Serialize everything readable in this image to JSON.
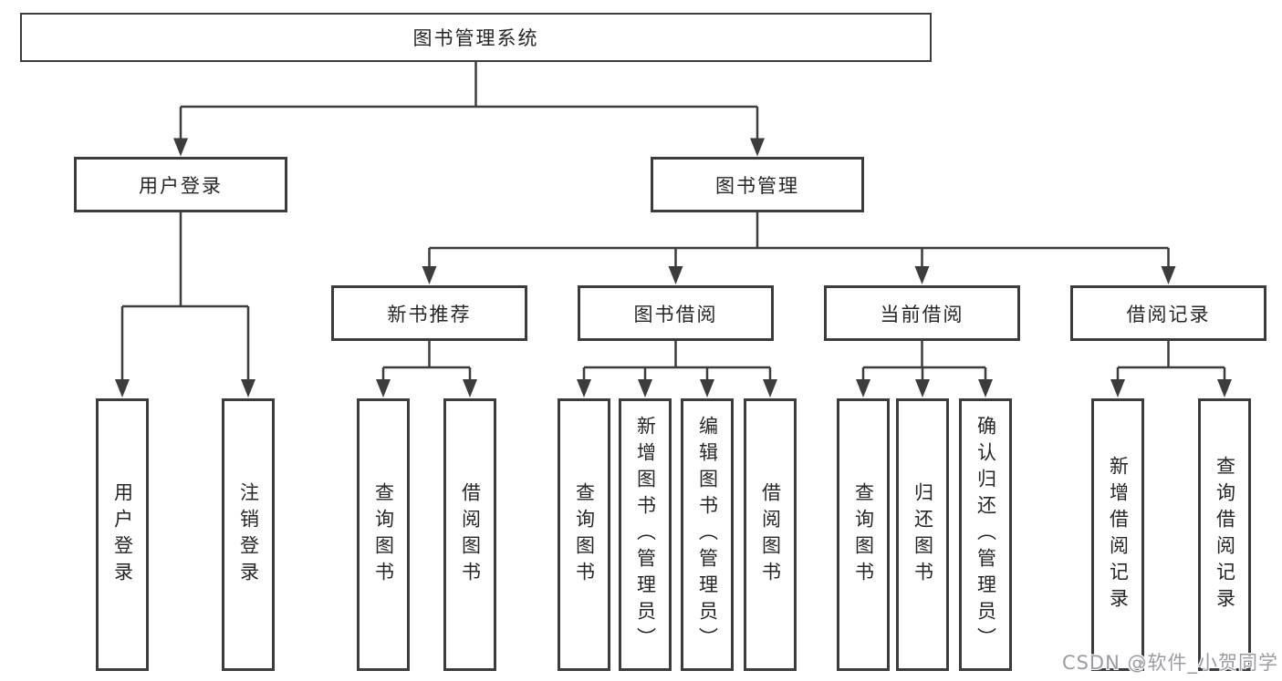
{
  "colors": {
    "line": "#3c3c3c",
    "text": "#262626",
    "watermark": "#9b9ba3"
  },
  "root": {
    "label": "图书管理系统"
  },
  "level1": [
    {
      "label": "用户登录"
    },
    {
      "label": "图书管理"
    }
  ],
  "level2": [
    {
      "label": "新书推荐"
    },
    {
      "label": "图书借阅"
    },
    {
      "label": "当前借阅"
    },
    {
      "label": "借阅记录"
    }
  ],
  "leaves": {
    "user": [
      "用户登录",
      "注销登录"
    ],
    "recommend": [
      "查询图书",
      "借阅图书"
    ],
    "borrow": [
      "查询图书",
      "新增图书（管理员）",
      "编辑图书（管理员）",
      "借阅图书"
    ],
    "current": [
      "查询图书",
      "归还图书",
      "确认归还（管理员）"
    ],
    "records": [
      "新增借阅记录",
      "查询借阅记录"
    ]
  },
  "watermark": {
    "text": "CSDN @软件_小贺同学"
  }
}
